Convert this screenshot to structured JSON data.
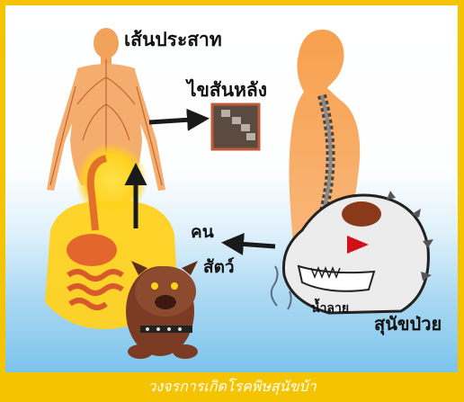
{
  "labels": {
    "nerves": "เส้นประสาท",
    "spinal_cord": "ไขสันหลัง",
    "human": "คน",
    "animal": "สัตว์",
    "saliva": "น้ำลาย",
    "rabid_dog": "สุนัขป่วย"
  },
  "caption": "วงจรการเกิดโรคพิษสุนัขบ้า",
  "colors": {
    "border": "#f4c400",
    "body_orange": "#f6a55a",
    "body_yellow": "#ffd21f",
    "arrow": "#1a1a1a",
    "dog_brown": "#7a3b22",
    "dog_gray": "#d8d8d8"
  }
}
